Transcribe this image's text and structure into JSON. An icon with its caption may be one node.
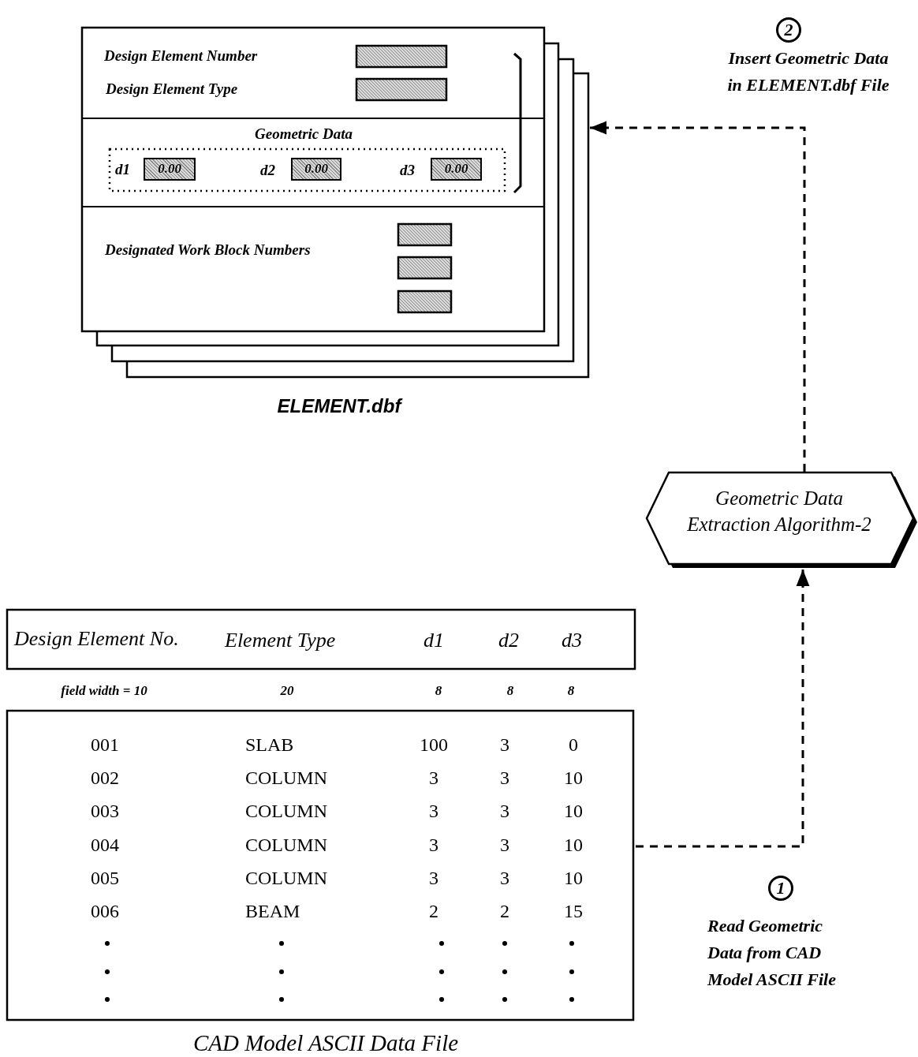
{
  "diagram": {
    "nodes": [
      {
        "text": [
          "ELEMENT.dbf"
        ]
      },
      {
        "text": [
          "Geometric Data Extraction Algorithm-2"
        ]
      },
      {
        "text": [
          "CAD Model ASCII Data File"
        ]
      }
    ],
    "edges": [
      {
        "from": 2,
        "to": 1,
        "arrow": "to",
        "style": "dashed"
      },
      {
        "from": 1,
        "to": 0,
        "arrow": "to",
        "style": "dashed"
      }
    ],
    "labels": [
      "2",
      "Insert Geometric Data in ELEMENT.dbf File",
      "Design Element Number",
      "Design Element Type",
      "Geometric Data",
      "d1",
      "0.00",
      "d2",
      "0.00",
      "d3",
      "0.00",
      "Designated Work Block Numbers",
      "Design Element No.",
      "Element Type",
      "d1",
      "d2",
      "d3",
      "field width = 10",
      "20",
      "8",
      "8",
      "8",
      "001",
      "SLAB",
      "100",
      "3",
      "0",
      "002",
      "COLUMN",
      "3",
      "3",
      "10",
      "003",
      "COLUMN",
      "3",
      "3",
      "10",
      "004",
      "COLUMN",
      "3",
      "3",
      "10",
      "005",
      "COLUMN",
      "3",
      "3",
      "10",
      "006",
      "BEAM",
      "2",
      "2",
      "15",
      "1",
      "Read Geometric Data from CAD Model ASCII File"
    ]
  }
}
